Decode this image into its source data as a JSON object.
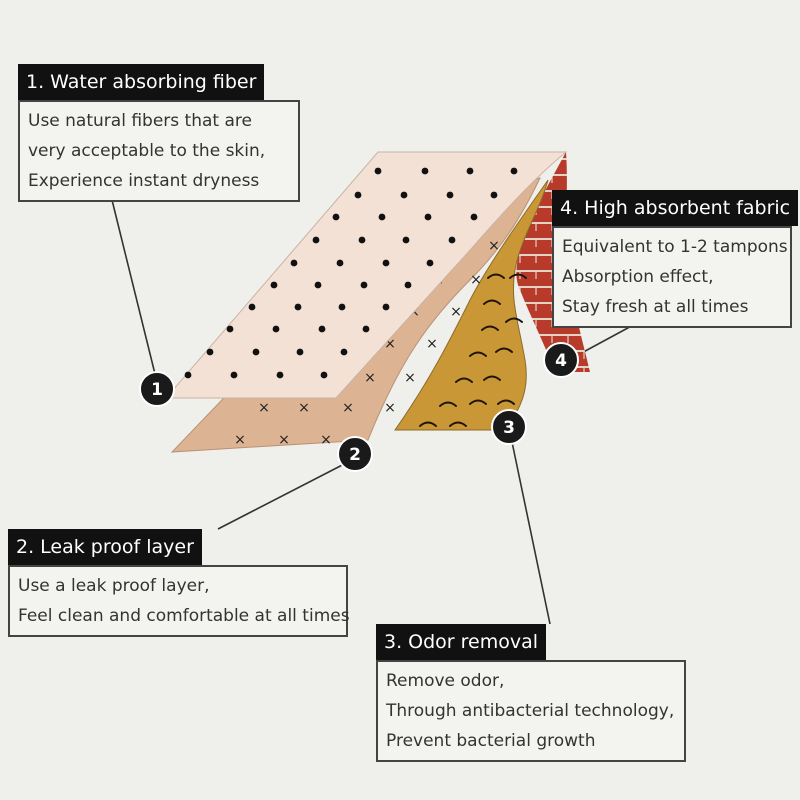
{
  "callouts": [
    {
      "number": "1",
      "title": "1. Water absorbing fiber",
      "lines": [
        "Use natural fibers that are",
        "very acceptable to the skin,",
        "Experience instant dryness"
      ]
    },
    {
      "number": "2",
      "title": "2. Leak proof layer",
      "lines": [
        "Use a leak proof layer,",
        "Feel clean and comfortable at all times"
      ]
    },
    {
      "number": "3",
      "title": "3. Odor removal",
      "lines": [
        "Remove odor,",
        "Through antibacterial technology,",
        "Prevent bacterial growth"
      ]
    },
    {
      "number": "4",
      "title": "4. High absorbent fabric",
      "lines": [
        "Equivalent to 1-2 tampons",
        "Absorption effect,",
        "Stay fresh at all times"
      ]
    }
  ],
  "colors": {
    "background": "#efefec",
    "layer_top": "#f3e1d6",
    "layer_leak": "#dcb393",
    "layer_odor": "#c99736",
    "layer_absorbent": "#b73a2a",
    "badge": "#1a1a1a"
  }
}
